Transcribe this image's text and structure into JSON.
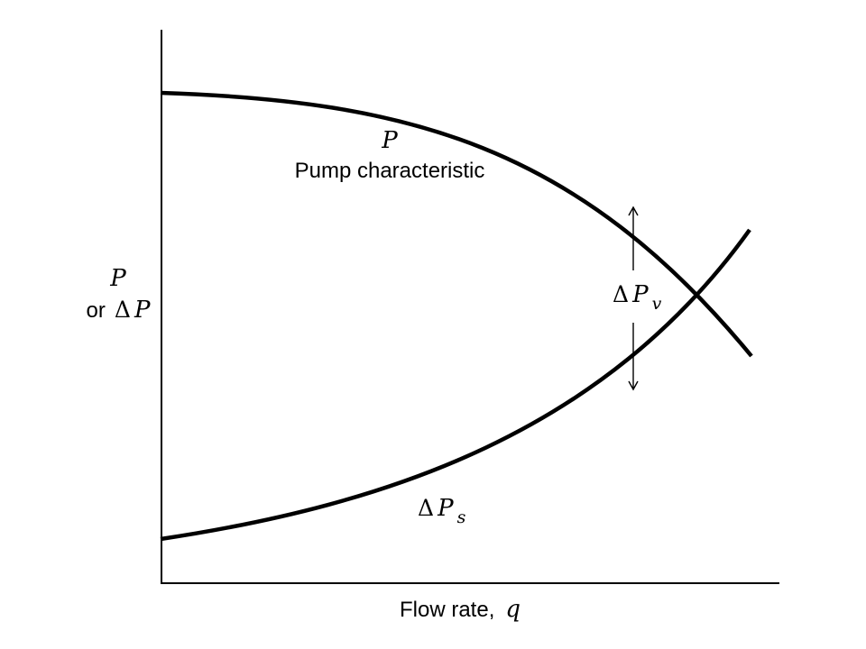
{
  "labels": {
    "y_axis": {
      "line1_symbol": "P",
      "line2_prefix": "or",
      "line2_delta": "Δ",
      "line2_symbol": "P"
    },
    "x_axis": {
      "text": "Flow rate,",
      "symbol": "q"
    },
    "pump_curve": {
      "symbol": "P",
      "caption": "Pump characteristic"
    },
    "valve_drop": {
      "delta": "Δ",
      "symbol": "P",
      "subscript": "v"
    },
    "system_curve": {
      "delta": "Δ",
      "symbol": "P",
      "subscript": "s"
    }
  },
  "colors": {
    "ink": "#000000",
    "background": "#ffffff"
  }
}
